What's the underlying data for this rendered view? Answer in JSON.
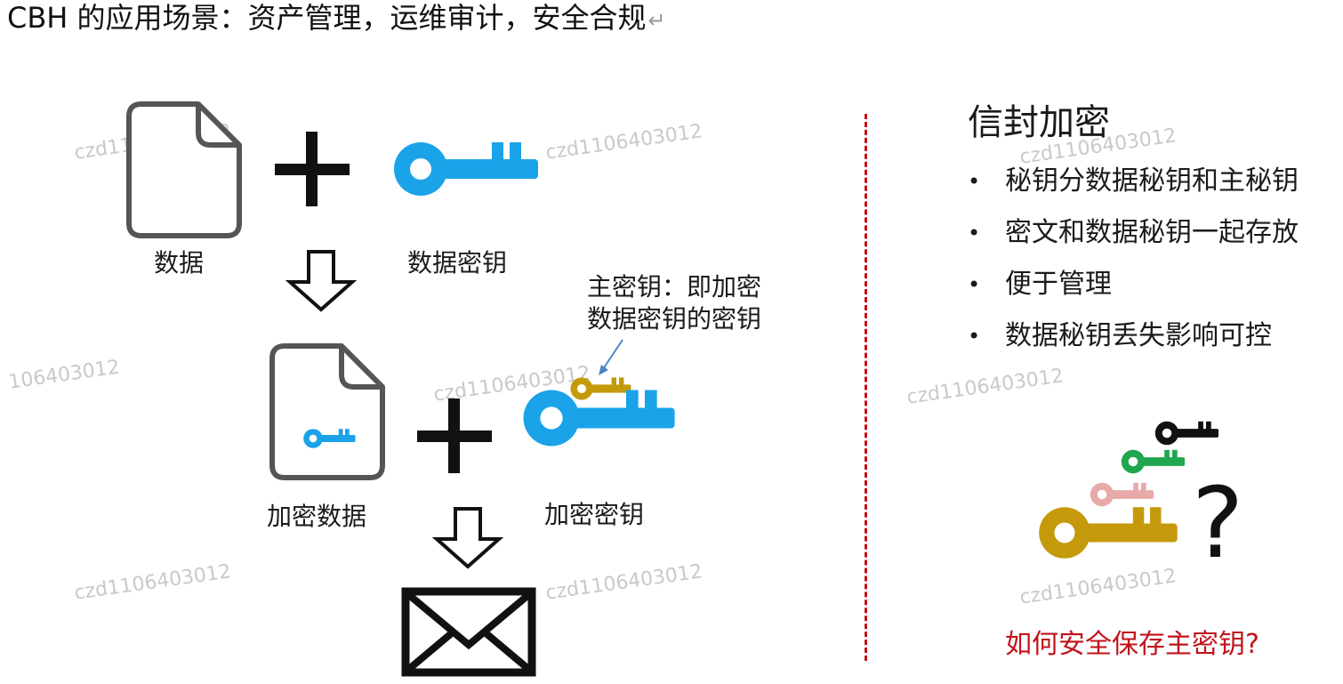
{
  "heading": "CBH 的应用场景：资产管理，运维审计，安全合规",
  "return_mark": "↵",
  "left_diagram": {
    "data_label": "数据",
    "data_key_label": "数据密钥",
    "master_key_note_line1": "主密钥：即加密",
    "master_key_note_line2": "数据密钥的密钥",
    "encrypted_data_label": "加密数据",
    "encrypted_key_label": "加密密钥"
  },
  "right_panel": {
    "title": "信封加密",
    "bullet_char": "•",
    "bullets": [
      "秘钥分数据秘钥和主秘钥",
      "密文和数据秘钥一起存放",
      "便于管理",
      "数据秘钥丢失影响可控"
    ],
    "question_mark": "?",
    "question": "如何安全保存主密钥?"
  },
  "watermarks": [
    "czd1106403012",
    "czd1106403012",
    "106403012",
    "czd1106403012",
    "czd1106403012",
    "czd1106403012",
    "czd1106403012",
    "czd1106403012",
    "czd1106403012"
  ],
  "colors": {
    "blue_key": "#1aa3e8",
    "gold_key": "#c49a0c",
    "black_key": "#111111",
    "green_key": "#1fa64f",
    "pink_key": "#e8a9a9",
    "divider": "#c0131a",
    "question_text": "#c0131a",
    "watermark": "#c9c9c9"
  }
}
